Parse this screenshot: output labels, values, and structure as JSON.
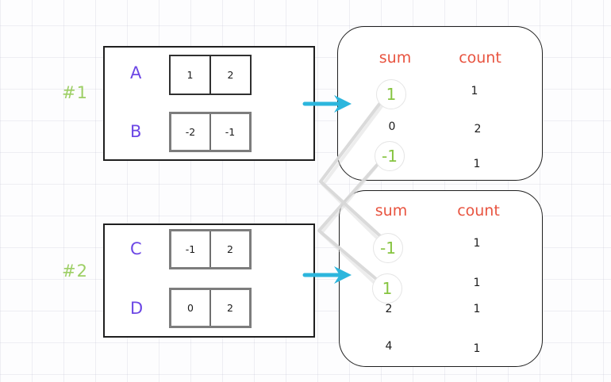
{
  "colors": {
    "example_label_green": "#86c440",
    "array_label_purple": "#6c47e5",
    "header_orange": "#e85440",
    "highlight_green": "#86c440",
    "arrow_cyan": "#2cb6dd",
    "connector_gray": "#d8d8d8",
    "shape_border": "#1f1f1f"
  },
  "icons": {
    "flow_arrow": "right-arrow",
    "highlight_circle": "circle-outline"
  },
  "examples": [
    {
      "label": "#1",
      "arrays": [
        {
          "name": "A",
          "cells": [
            "1",
            "2"
          ]
        },
        {
          "name": "B",
          "cells": [
            "-2",
            "-1"
          ]
        }
      ],
      "table": {
        "sum_header": "sum",
        "count_header": "count",
        "rows": [
          {
            "sum": "1",
            "count": "1",
            "circled": true
          },
          {
            "sum": "0",
            "count": "2",
            "circled": false
          },
          {
            "sum": "-1",
            "count": "1",
            "circled": true
          }
        ]
      }
    },
    {
      "label": "#2",
      "arrays": [
        {
          "name": "C",
          "cells": [
            "-1",
            "2"
          ]
        },
        {
          "name": "D",
          "cells": [
            "0",
            "2"
          ]
        }
      ],
      "table": {
        "sum_header": "sum",
        "count_header": "count",
        "rows": [
          {
            "sum": "-1",
            "count": "1",
            "circled": true
          },
          {
            "sum": "1",
            "count": "1",
            "circled": true
          },
          {
            "sum": "2",
            "count": "1",
            "circled": false
          },
          {
            "sum": "4",
            "count": "1",
            "circled": false
          }
        ]
      }
    }
  ],
  "connections": [
    {
      "from": "example #1 sum 1",
      "to": "example #2 sum -1"
    },
    {
      "from": "example #1 sum -1",
      "to": "example #2 sum 1"
    }
  ]
}
